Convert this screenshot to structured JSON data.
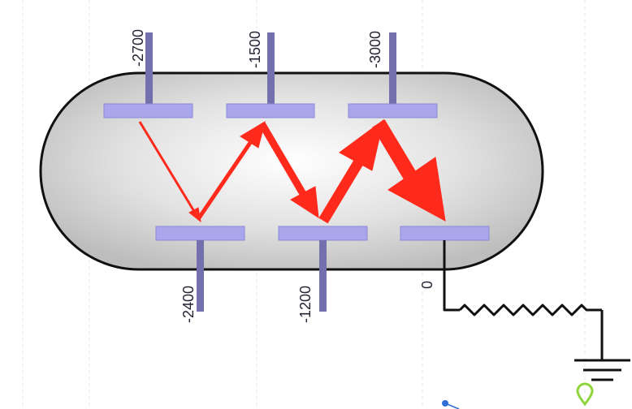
{
  "diagram": {
    "colors": {
      "plate": "#a9a6ec",
      "lead": "#7470ae",
      "arrow": "#ff2a1c",
      "wire": "#111111",
      "ground_marker": "#8fd43a",
      "pointer": "#2f6fd6"
    },
    "top_dynodes": [
      {
        "voltage": "-2700"
      },
      {
        "voltage": "-1500"
      },
      {
        "voltage": "-3000"
      }
    ],
    "bottom_dynodes": [
      {
        "voltage": "-2400"
      },
      {
        "voltage": "-1200"
      },
      {
        "voltage": "0"
      }
    ],
    "components": [
      "resistor",
      "ground"
    ]
  }
}
